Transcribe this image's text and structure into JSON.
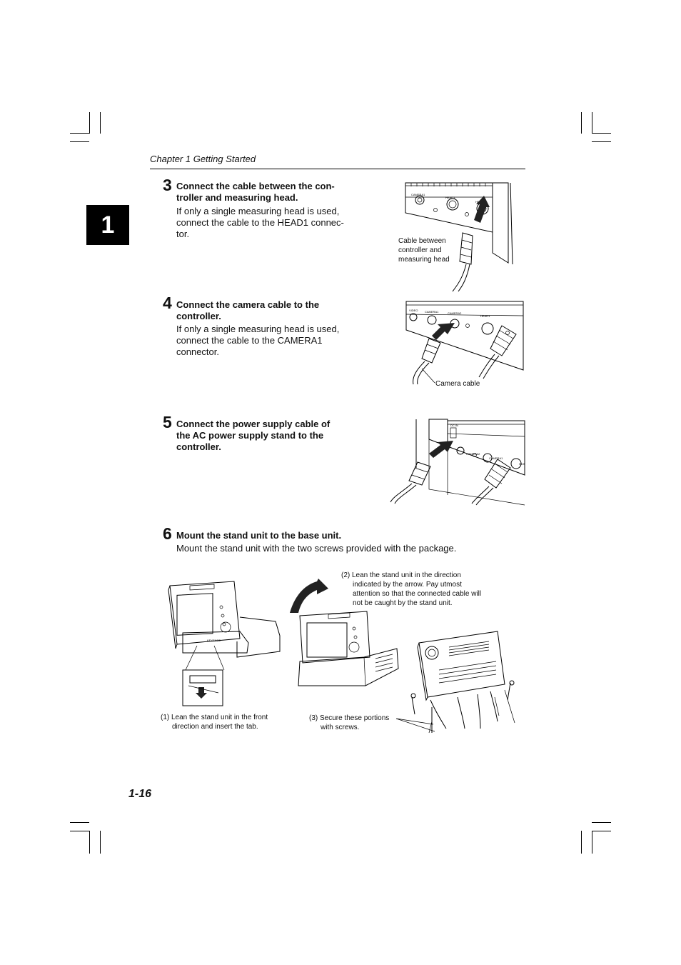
{
  "header": {
    "chapter": "Chapter 1  Getting Started",
    "tab_number": "1"
  },
  "steps": [
    {
      "number": "3",
      "title_lines": [
        "Connect the cable between the con-",
        "troller and measuring head."
      ],
      "body_lines": [
        "If only a single measuring head is used,",
        "connect the cable to the HEAD1 connec-",
        "tor."
      ],
      "figure": {
        "callout_lines": [
          "Cable between",
          "controller and",
          "measuring head"
        ],
        "panel_labels": [
          "CAMERA1",
          "HEAD1",
          "HEAD2"
        ]
      }
    },
    {
      "number": "4",
      "title_lines": [
        "Connect the camera cable to the",
        "controller."
      ],
      "body_lines": [
        "If only a single measuring head is used,",
        "connect the cable to the CAMERA1",
        "connector."
      ],
      "figure": {
        "callout_lines": [
          "Camera cable"
        ],
        "panel_labels": [
          "VIDEO",
          "CAMERA1",
          "CAMERA2",
          "HEAD1"
        ]
      }
    },
    {
      "number": "5",
      "title_lines": [
        "Connect the power supply cable of",
        "the AC power supply stand to the",
        "controller."
      ],
      "body_lines": [],
      "figure": {
        "panel_labels": [
          "DC IN",
          "CAMERA2",
          "CAMERA1",
          "HEA"
        ]
      }
    },
    {
      "number": "6",
      "title_lines": [
        "Mount the stand unit to the base unit."
      ],
      "body_lines": [
        "Mount the stand unit with the two screws provided with the package."
      ]
    }
  ],
  "mount_figure": {
    "caption1_lines": [
      "(1) Lean the stand unit in the front",
      "direction and insert the tab."
    ],
    "caption2_lines": [
      "(2) Lean the stand unit in the direction",
      "indicated by the arrow. Pay utmost",
      "attention so that the connected cable will",
      "not be caught by the stand unit."
    ],
    "caption3_lines": [
      "(3) Secure these portions",
      "with screws."
    ],
    "brand_label": "KEYENCE"
  },
  "footer": {
    "page_number": "1-16"
  }
}
